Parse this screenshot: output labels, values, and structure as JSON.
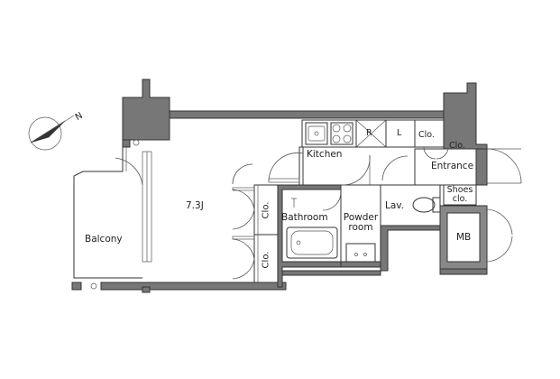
{
  "compass": {
    "label": "N"
  },
  "rooms": {
    "balcony": "Balcony",
    "living": "7.3J",
    "kitchen": "Kitchen",
    "bathroom": "Bathroom",
    "powder_room_line1": "Powder",
    "powder_room_line2": "room",
    "lav": "Lav.",
    "entrance": "Entrance",
    "shoes_line1": "Shoes",
    "shoes_line2": "clo.",
    "mb": "MB",
    "clo_top": "Clo.",
    "clo_entrance": "Clo.",
    "clo_left_upper": "Clo.",
    "clo_left_lower": "Clo."
  },
  "counter": {
    "refrigerator": "R",
    "laundry": "L"
  }
}
